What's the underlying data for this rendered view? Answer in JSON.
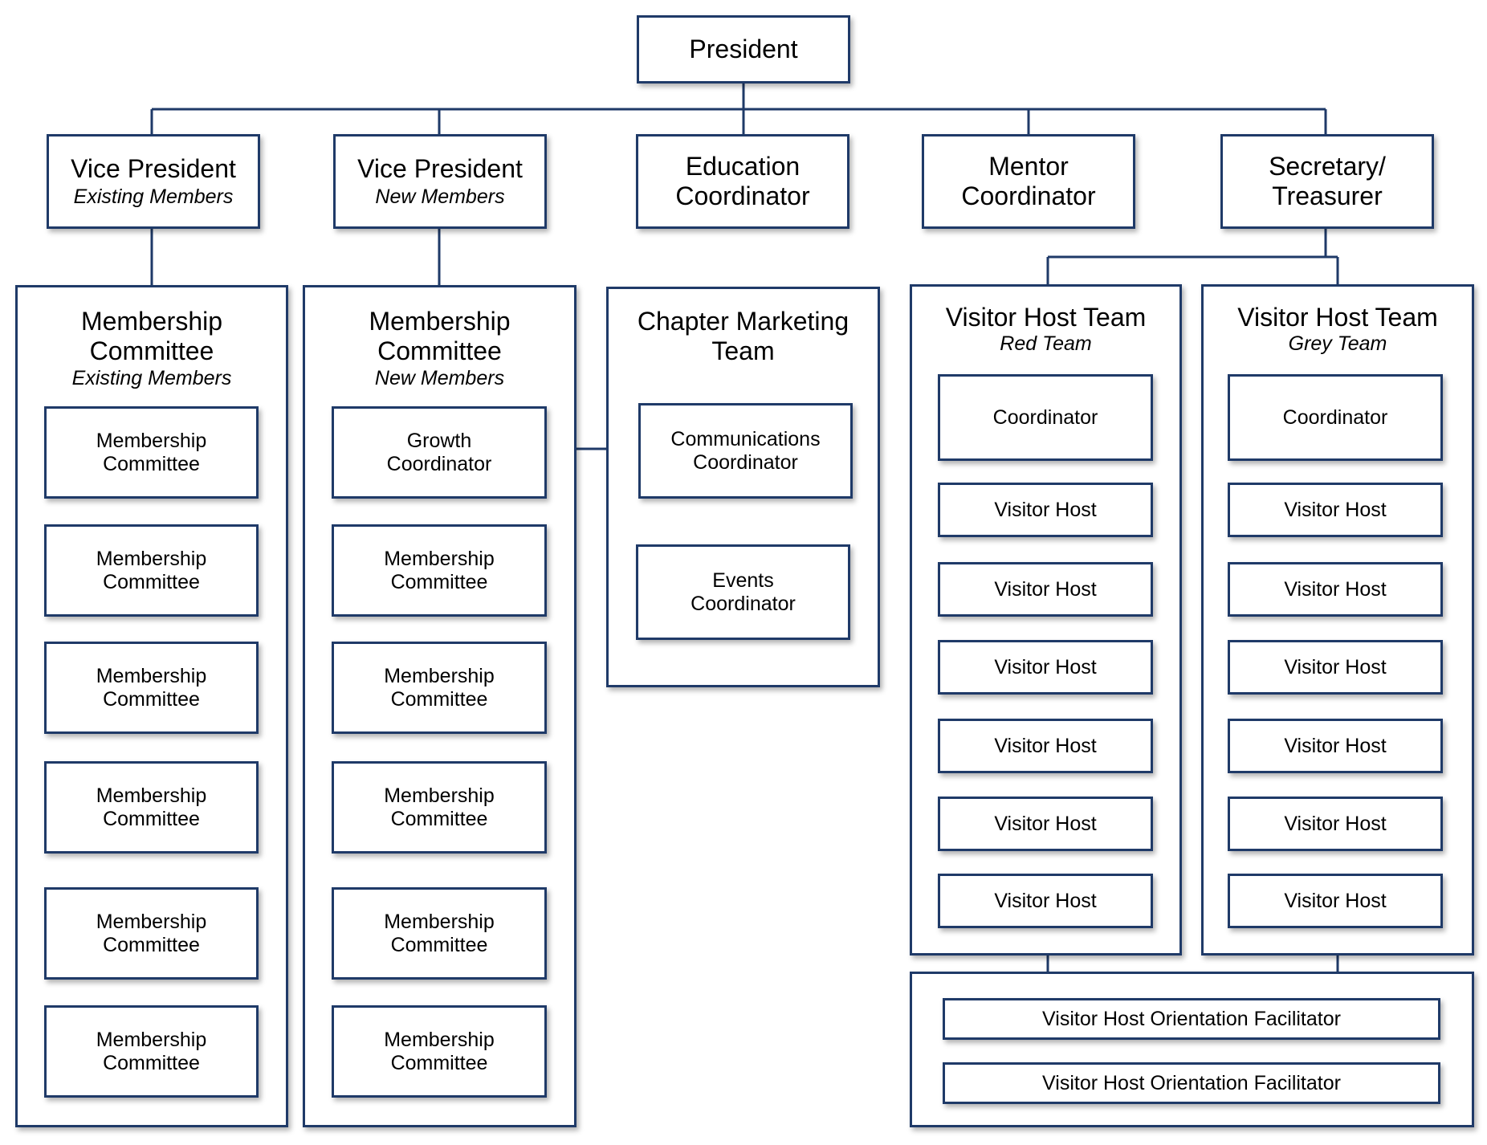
{
  "president": "President",
  "vp_existing": {
    "title": "Vice President",
    "subtitle": "Existing Members"
  },
  "vp_new": {
    "title": "Vice President",
    "subtitle": "New Members"
  },
  "education": "Education\nCoordinator",
  "mentor": "Mentor\nCoordinator",
  "secretary": "Secretary/\nTreasurer",
  "membership_existing": {
    "title": "Membership\nCommittee",
    "subtitle": "Existing Members",
    "items": [
      "Membership\nCommittee",
      "Membership\nCommittee",
      "Membership\nCommittee",
      "Membership\nCommittee",
      "Membership\nCommittee",
      "Membership\nCommittee"
    ]
  },
  "membership_new": {
    "title": "Membership\nCommittee",
    "subtitle": "New Members",
    "items": [
      "Growth\nCoordinator",
      "Membership\nCommittee",
      "Membership\nCommittee",
      "Membership\nCommittee",
      "Membership\nCommittee",
      "Membership\nCommittee"
    ]
  },
  "marketing": {
    "title": "Chapter Marketing\nTeam",
    "items": [
      "Communications\nCoordinator",
      "Events\nCoordinator"
    ]
  },
  "red_team": {
    "title": "Visitor Host Team",
    "subtitle": "Red Team",
    "items": [
      "Coordinator",
      "Visitor Host",
      "Visitor Host",
      "Visitor Host",
      "Visitor Host",
      "Visitor Host",
      "Visitor Host"
    ]
  },
  "grey_team": {
    "title": "Visitor Host Team",
    "subtitle": "Grey Team",
    "items": [
      "Coordinator",
      "Visitor Host",
      "Visitor Host",
      "Visitor Host",
      "Visitor Host",
      "Visitor Host",
      "Visitor Host"
    ]
  },
  "orientation": {
    "items": [
      "Visitor Host Orientation Facilitator",
      "Visitor Host Orientation Facilitator"
    ]
  },
  "colors": {
    "border": "#1f3a68",
    "connector": "#1f3a68",
    "background": "#ffffff"
  }
}
